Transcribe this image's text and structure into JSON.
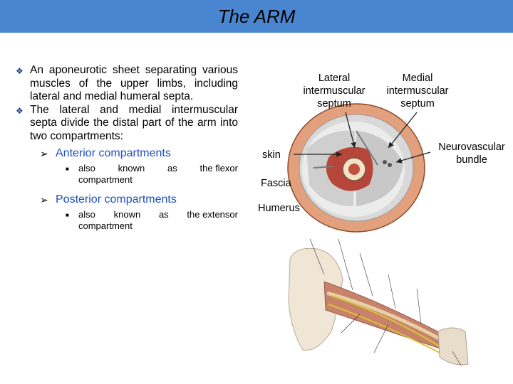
{
  "slide": {
    "title": "The ARM",
    "accent_color": "#4a86d0"
  },
  "content": {
    "bullet1": "An aponeurotic sheet separating various muscles of the upper limbs, including lateral and medial humeral septa.",
    "bullet2": "The lateral and medial intermuscular septa divide the distal part of the arm into two compartments:",
    "anterior": {
      "heading": "Anterior compartments",
      "sub_words": [
        "also",
        "known",
        "as",
        "the flexor"
      ],
      "sub_tail": "compartment"
    },
    "posterior": {
      "heading": "Posterior compartments",
      "sub_words": [
        "also",
        "known",
        "as",
        "the extensor"
      ],
      "sub_tail": "compartment"
    }
  },
  "cross_section": {
    "lateral_label": [
      "Lateral",
      "intermuscular",
      "septum"
    ],
    "medial_label": [
      "Medial",
      "intermuscular",
      "septum"
    ],
    "skin": "skin",
    "fascia": "Fascia",
    "humerus": "Humerus",
    "neurovascular": [
      "Neurovascular",
      "bundle"
    ]
  }
}
